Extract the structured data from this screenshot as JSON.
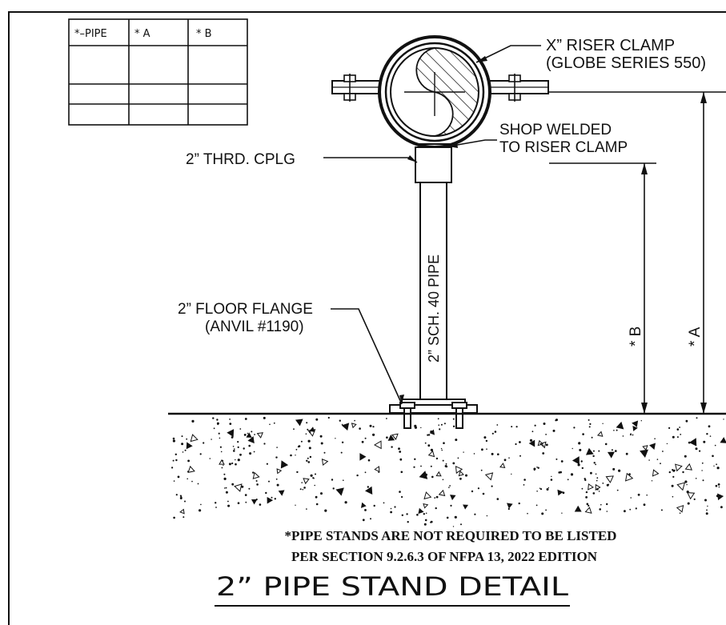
{
  "table": {
    "headers": [
      "*–PIPE",
      "* A",
      "* B"
    ],
    "rows": [
      [
        "",
        "",
        ""
      ],
      [
        "",
        "",
        ""
      ],
      [
        "",
        "",
        ""
      ]
    ]
  },
  "labels": {
    "riser_clamp_line1": "X” RISER CLAMP",
    "riser_clamp_line2": "(GLOBE SERIES 550)",
    "shop_welded_line1": "SHOP WELDED",
    "shop_welded_line2": "TO RISER CLAMP",
    "coupling": "2” THRD. CPLG",
    "pipe": "2” SCH. 40 PIPE",
    "flange_line1": "2” FLOOR FLANGE",
    "flange_line2": "(ANVIL #1190)",
    "dim_b": "* B",
    "dim_a": "* A"
  },
  "notes": {
    "line1": "*PIPE STANDS ARE NOT REQUIRED TO BE LISTED",
    "line2": "PER SECTION 9.2.6.3 OF NFPA 13, 2022 EDITION"
  },
  "title": "2” PIPE STAND DETAIL",
  "colors": {
    "ink": "#111111",
    "paper": "#ffffff"
  }
}
